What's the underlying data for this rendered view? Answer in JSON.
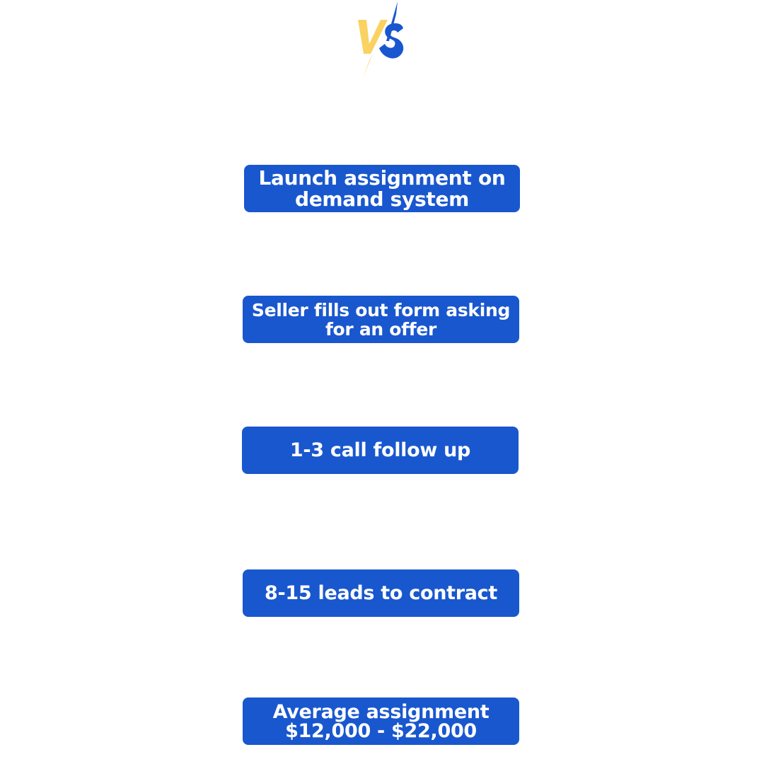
{
  "logo": {
    "icon": "versus-lightning-icon",
    "text": "VS",
    "colors": {
      "v": "#F9D262",
      "s": "#1957CE",
      "bolt_left": "#F9D262",
      "bolt_right": "#1957CE"
    }
  },
  "theme": {
    "box_color": "#1957CE",
    "text_color": "#FFFFFF",
    "background": "#FFFFFF"
  },
  "steps": [
    {
      "label": "Launch assignment on\ndemand system"
    },
    {
      "label": "Seller fills out form asking\nfor an offer"
    },
    {
      "label": "1-3 call follow up"
    },
    {
      "label": "8-15 leads to contract"
    },
    {
      "label": "Average assignment\n$12,000 - $22,000"
    }
  ]
}
